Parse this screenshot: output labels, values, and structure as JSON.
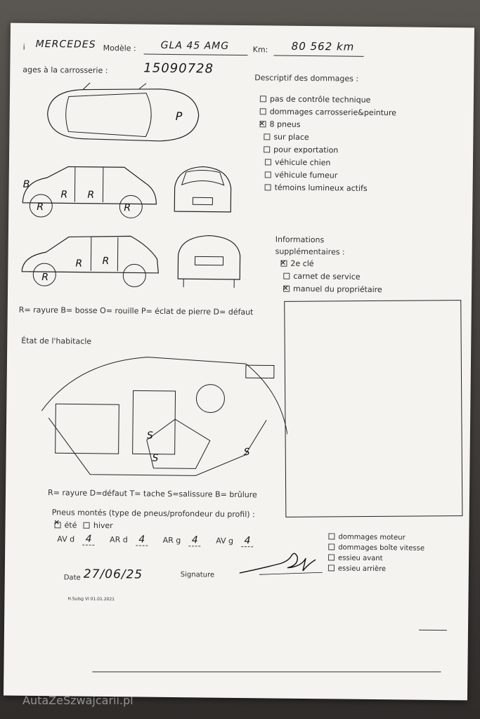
{
  "header": {
    "make_label": "i",
    "make_value": "MERCEDES",
    "model_label": "Modèle :",
    "model_value": "GLA 45 AMG",
    "km_label": "Km:",
    "km_value": "80 562 km"
  },
  "damages_body": {
    "title": "ages à la carrosserie :",
    "number": "15090728",
    "legend": "R= rayure B= bosse O= rouille P= éclat de pierre D= défaut"
  },
  "damages_desc": {
    "title": "Descriptif des dommages :",
    "items": [
      {
        "label": "pas de contrôle technique",
        "checked": false
      },
      {
        "label": "dommages carrosserie&peinture",
        "checked": false
      },
      {
        "label": "8 pneus",
        "checked": true
      },
      {
        "label": "sur place",
        "checked": false
      },
      {
        "label": "pour exportation",
        "checked": false
      },
      {
        "label": "véhicule chien",
        "checked": false
      },
      {
        "label": "véhicule fumeur",
        "checked": false
      },
      {
        "label": "témoins lumineux actifs",
        "checked": false
      }
    ]
  },
  "info": {
    "title": "Informations supplémentaires :",
    "items": [
      {
        "label": "2e clé",
        "checked": true
      },
      {
        "label": "carnet de service",
        "checked": false
      },
      {
        "label": "manuel du propriétaire",
        "checked": true
      }
    ]
  },
  "interior": {
    "title": "État de l'habitacle",
    "legend": "R= rayure D=défaut T= tache S=salissure B= brûlure"
  },
  "tires": {
    "title": "Pneus montés (type de pneus/profondeur du profil) :",
    "summer": "été",
    "winter": "hiver",
    "avd_label": "AV d",
    "avd_value": "4",
    "ard_label": "AR d",
    "ard_value": "4",
    "arg_label": "AR g",
    "arg_value": "4",
    "avg_label": "AV g",
    "avg_value": "4"
  },
  "engine": {
    "items": [
      "dommages moteur",
      "dommages boîte vitesse",
      "essieu avant",
      "essieu arrière"
    ]
  },
  "footer": {
    "date_label": "Date",
    "date_value": "27/06/25",
    "signature_label": "Signature",
    "form_code": "H.Sulsg VI 01.01.2021"
  },
  "watermark": "AutaZeSzwajcarii.pl"
}
